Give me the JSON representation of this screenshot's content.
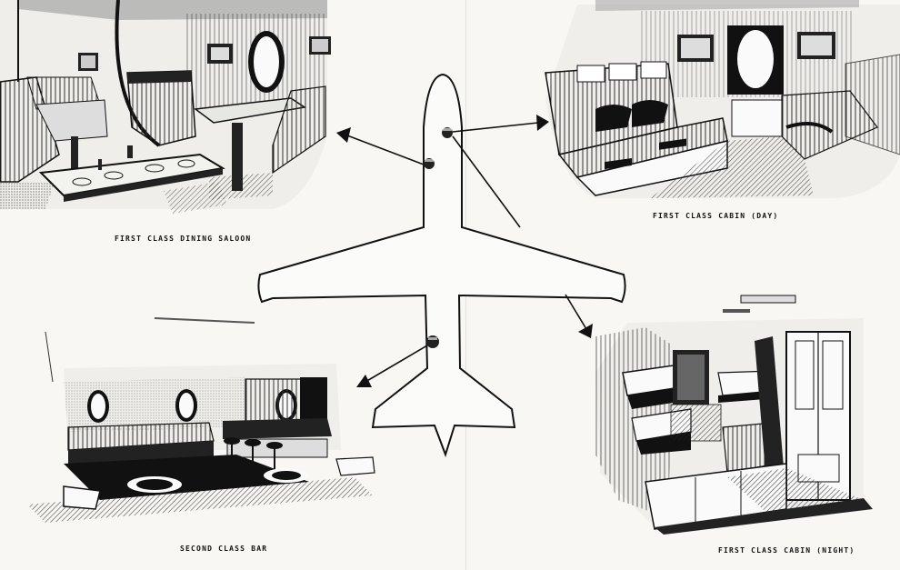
{
  "diagram": {
    "captions": {
      "dining": "FIRST CLASS DINING SALOON",
      "cabin_day": "FIRST CLASS CABIN (DAY)",
      "bar": "SECOND CLASS BAR",
      "cabin_night": "FIRST CLASS CABIN (NIGHT)"
    }
  }
}
